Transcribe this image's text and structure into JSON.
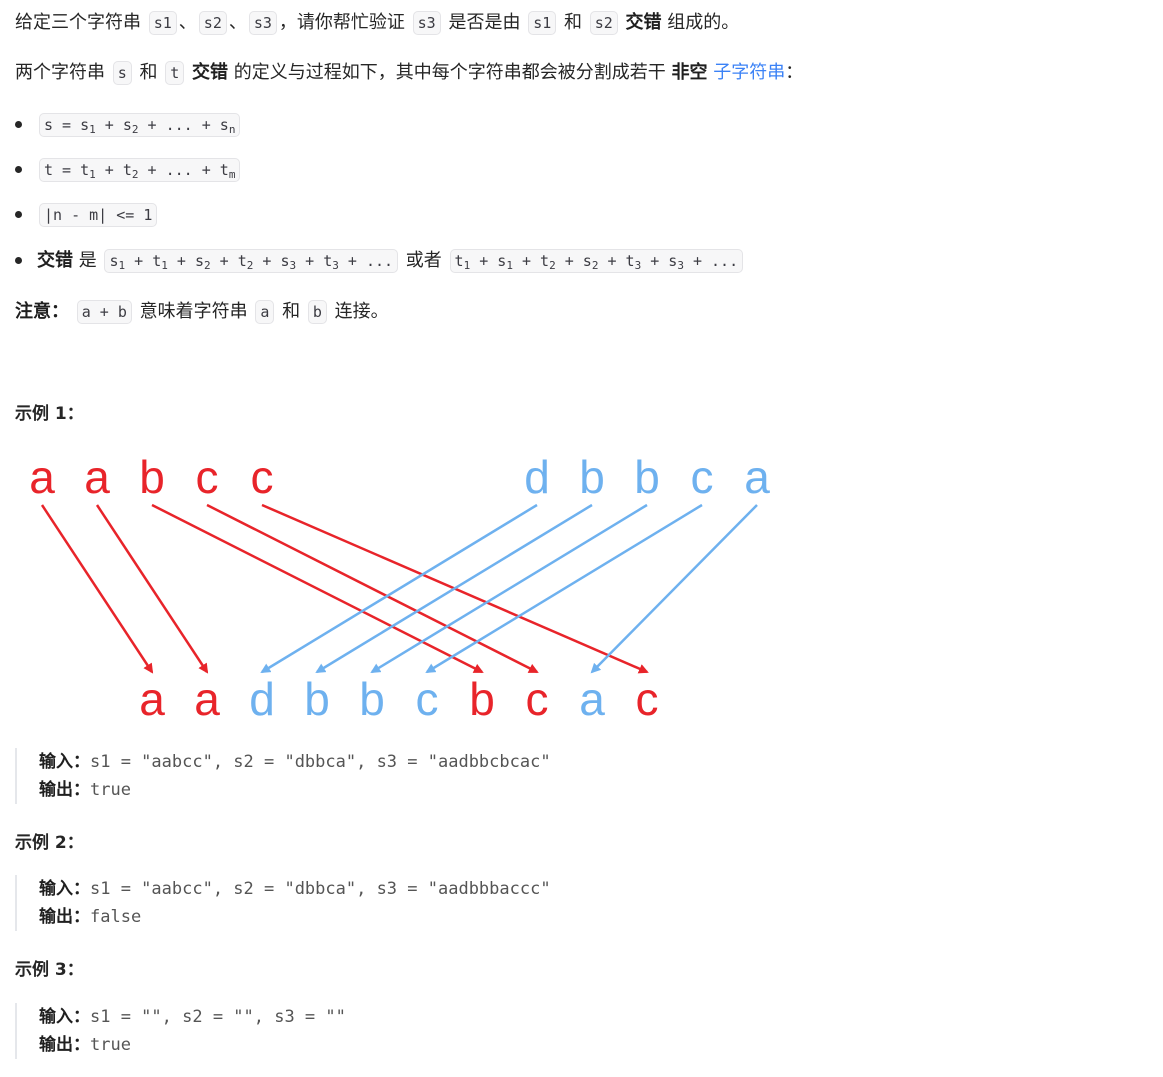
{
  "intro": {
    "p1_a": "给定三个字符串",
    "s1": "s1",
    "sep1": "、",
    "s2": "s2",
    "sep2": "、",
    "s3": "s3",
    "p1_b": "，请你帮忙验证",
    "s3b": "s3",
    "p1_c": "是否是由",
    "s1b": "s1",
    "p1_d": "和",
    "s2b": "s2",
    "bold_interleave": "交错",
    "p1_e": "组成的。",
    "p2_a": "两个字符串",
    "s": "s",
    "p2_b": "和",
    "t": "t",
    "bold_interleave2": "交错",
    "p2_c": "的定义与过程如下，其中每个字符串都会被分割成若干",
    "bold_nonempty": "非空",
    "link_substring": "子字符串",
    "p2_d": "："
  },
  "list": {
    "item1": {
      "a": "s = s",
      "b": " + s",
      "c": " + ... + s",
      "sub1": "1",
      "sub2": "2",
      "subn": "n"
    },
    "item2": {
      "a": "t = t",
      "b": " + t",
      "c": " + ... + t",
      "sub1": "1",
      "sub2": "2",
      "subm": "m"
    },
    "item3": {
      "code": "|n - m| <= 1"
    },
    "item4": {
      "bold": "交错",
      "is": "是",
      "c1": [
        "s",
        "1",
        " + t",
        "1",
        " + s",
        "2",
        " + t",
        "2",
        " + s",
        "3",
        " + t",
        "3",
        " + ..."
      ],
      "or": "或者",
      "c2": [
        "t",
        "1",
        " + s",
        "1",
        " + t",
        "2",
        " + s",
        "2",
        " + t",
        "3",
        " + s",
        "3",
        " + ..."
      ]
    }
  },
  "note": {
    "label": "注意：",
    "code1": "a + b",
    "text1": "意味着字符串",
    "code2": "a",
    "text2": "和",
    "code3": "b",
    "text3": "连接。"
  },
  "diagram": {
    "top_left": [
      "a",
      "a",
      "b",
      "c",
      "c"
    ],
    "top_right": [
      "d",
      "b",
      "b",
      "c",
      "a"
    ],
    "bottom": [
      "a",
      "a",
      "d",
      "b",
      "b",
      "c",
      "b",
      "c",
      "a",
      "c"
    ],
    "red": "#e8242a",
    "blue": "#6eb1ef"
  },
  "examples": [
    {
      "heading": "示例 1：",
      "in_label": "输入：",
      "input": "s1 = \"aabcc\", s2 = \"dbbca\", s3 = \"aadbbcbcac\"",
      "out_label": "输出：",
      "output": "true"
    },
    {
      "heading": "示例 2：",
      "in_label": "输入：",
      "input": "s1 = \"aabcc\", s2 = \"dbbca\", s3 = \"aadbbbaccc\"",
      "out_label": "输出：",
      "output": "false"
    },
    {
      "heading": "示例 3：",
      "in_label": "输入：",
      "input": "s1 = \"\", s2 = \"\", s3 = \"\"",
      "out_label": "输出：",
      "output": "true"
    }
  ]
}
